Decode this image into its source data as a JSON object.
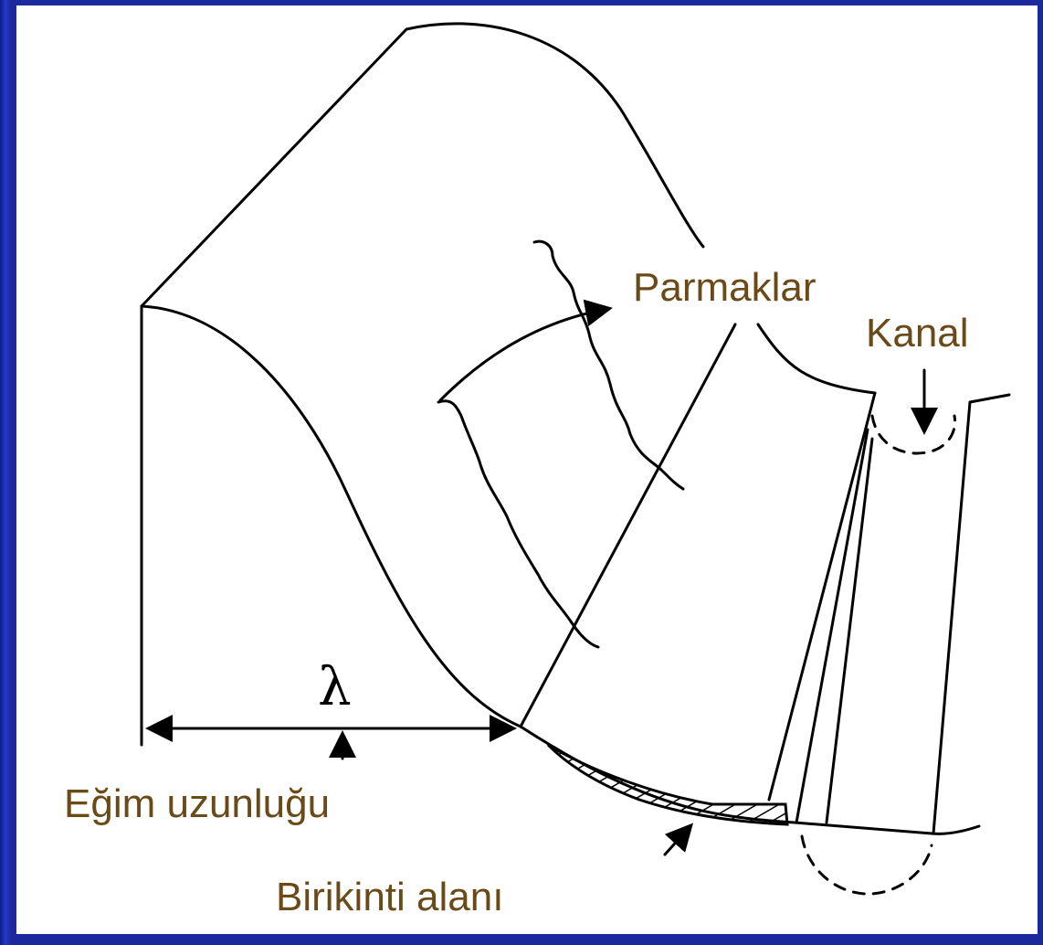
{
  "labels": {
    "fingers": "Parmaklar",
    "channel": "Kanal",
    "slope_length": "Eğim uzunluğu",
    "deposition_area": "Birikinti alanı",
    "lambda": "λ"
  },
  "colors": {
    "frame": "#1a2a9c",
    "panel": "#ffffff",
    "label_text": "#6b4a1a",
    "line": "#000000"
  }
}
